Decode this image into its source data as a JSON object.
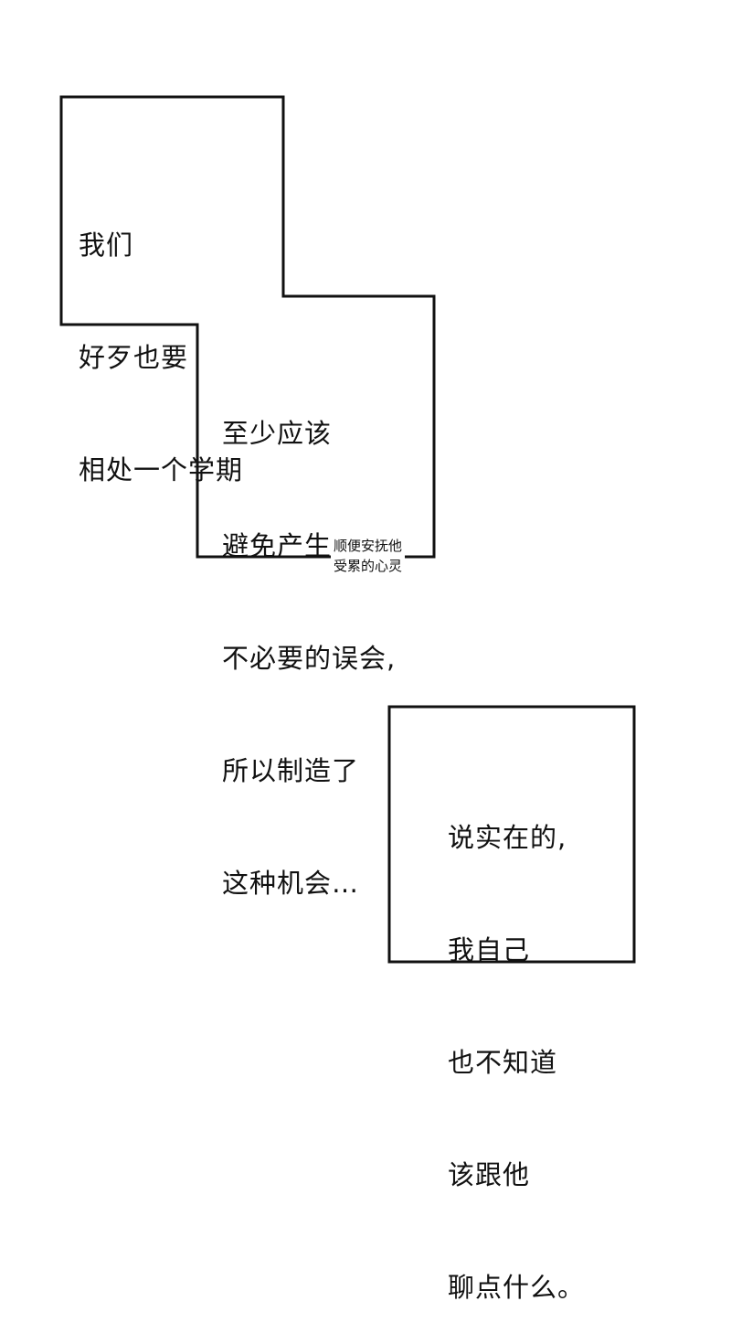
{
  "panels": [
    {
      "lines": [
        "我们",
        "好歹也要",
        "相处一个学期"
      ]
    },
    {
      "lines": [
        "至少应该",
        "避免产生",
        "不必要的误会,",
        "所以制造了",
        "这种机会…"
      ],
      "side_note": [
        "顺便安抚他",
        "受累的心灵"
      ]
    },
    {
      "lines": [
        "说实在的,",
        "我自己",
        "也不知道",
        "该跟他",
        "聊点什么。"
      ]
    }
  ]
}
